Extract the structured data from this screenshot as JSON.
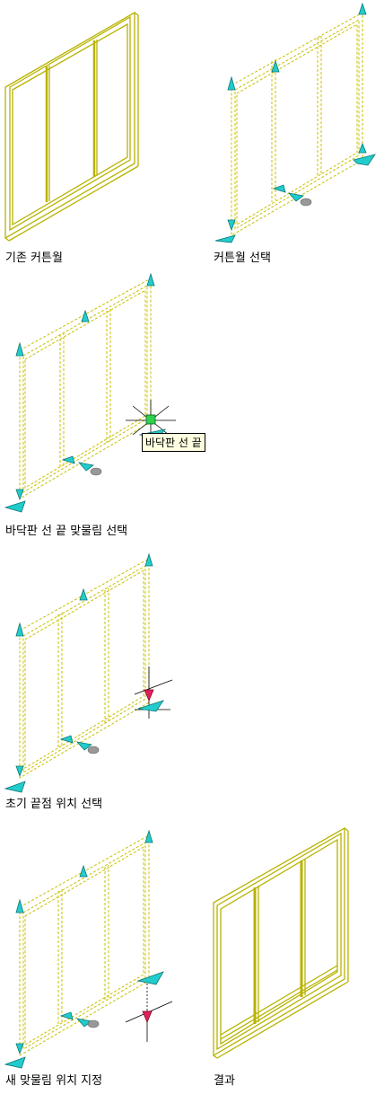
{
  "captions": {
    "existing": "기존 커튼월",
    "select_curtain_wall": "커튼월 선택",
    "select_floor_line_end": "바닥판 선 끝 맞물림 선택",
    "select_start_point": "초기 끝점 위치 선택",
    "specify_new_location": "새 맞물림 위치 지정",
    "result": "결과"
  },
  "tooltip": "바닥판 선 끝",
  "colors": {
    "frame": "#b8b200",
    "frame_dark": "#8c8700",
    "frame_light": "#e0dc60",
    "grip": "#22cccc",
    "grip_dark": "#0a7777",
    "marker": "#e0205a"
  }
}
